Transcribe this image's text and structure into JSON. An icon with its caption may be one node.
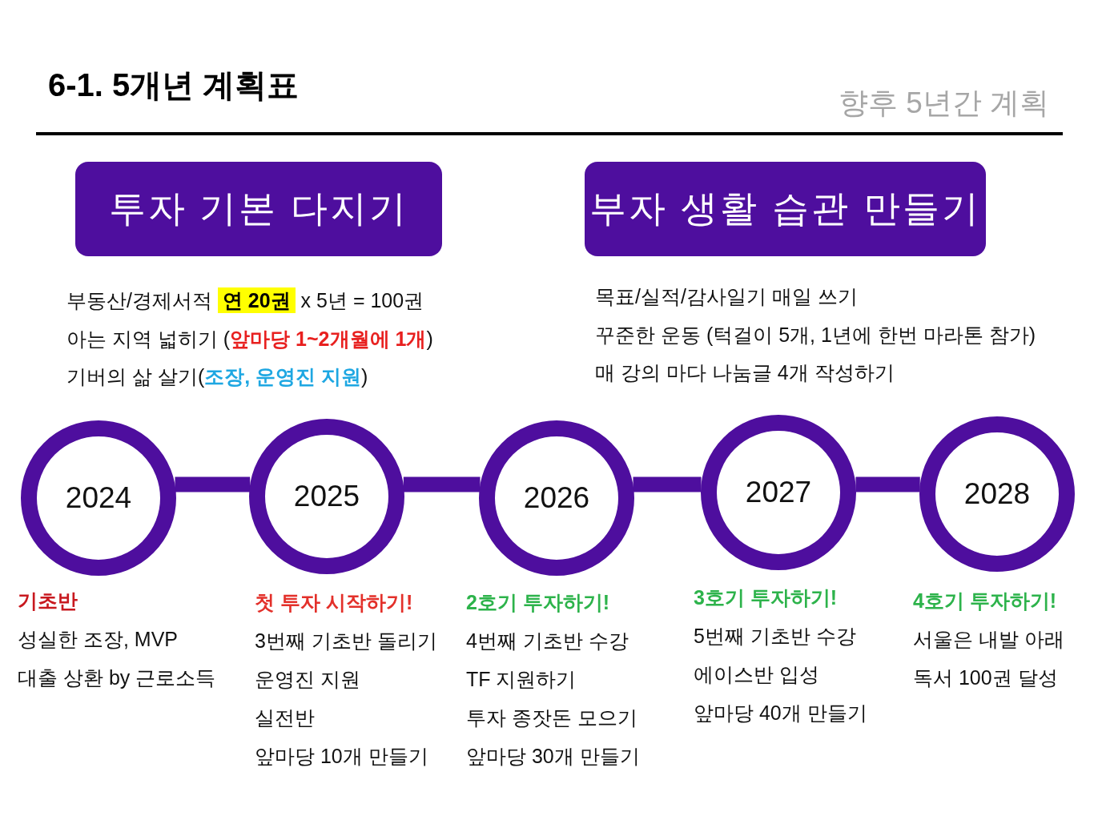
{
  "diagram": {
    "title": "6-1. 5개년 계획표",
    "nodes": [
      {
        "text": [
          "투자 기본 다지기"
        ],
        "beside": [
          "부동산/경제서적 **연 20권** x 5년 = 100권",
          "아는 지역 넓히기 (**앞마당 1~2개월에 1개**)",
          "기버의 삶 살기(**조장, 운영진 지원**)"
        ]
      },
      {
        "text": [
          "부자 생활 습관 만들기"
        ],
        "beside": [
          "목표/실적/감사일기 매일 쓰기",
          "꾸준한 운동 (턱걸이 5개, 1년에 한번 마라톤 참가)",
          "매 강의 마다 나눔글 4개 작성하기"
        ]
      },
      {
        "text": [
          "2024"
        ],
        "beside": [
          "기초반",
          "성실한 조장, MVP",
          "대출 상환 by 근로소득"
        ]
      },
      {
        "text": [
          "2025"
        ],
        "beside": [
          "첫 투자 시작하기!",
          "3번째 기초반 돌리기",
          "운영진 지원",
          "실전반",
          "앞마당 10개 만들기"
        ]
      },
      {
        "text": [
          "2026"
        ],
        "beside": [
          "2호기 투자하기!",
          "4번째 기초반 수강",
          "TF 지원하기",
          "투자 종잣돈 모으기",
          "앞마당 30개 만들기"
        ]
      },
      {
        "text": [
          "2027"
        ],
        "beside": [
          "3호기 투자하기!",
          "5번째 기초반 수강",
          "에이스반 입성",
          "앞마당 40개 만들기"
        ]
      },
      {
        "text": [
          "2028"
        ],
        "beside": [
          "4호기 투자하기!",
          "서울은 내발 아래",
          "독서 100권 달성"
        ]
      }
    ],
    "edges": [
      {
        "from": 2,
        "to": 3,
        "arrow": "none"
      },
      {
        "from": 3,
        "to": 4,
        "arrow": "none"
      },
      {
        "from": 4,
        "to": 5,
        "arrow": "none"
      },
      {
        "from": 5,
        "to": 6,
        "arrow": "none"
      }
    ],
    "labels": [
      "향후 5년간 계획"
    ]
  }
}
